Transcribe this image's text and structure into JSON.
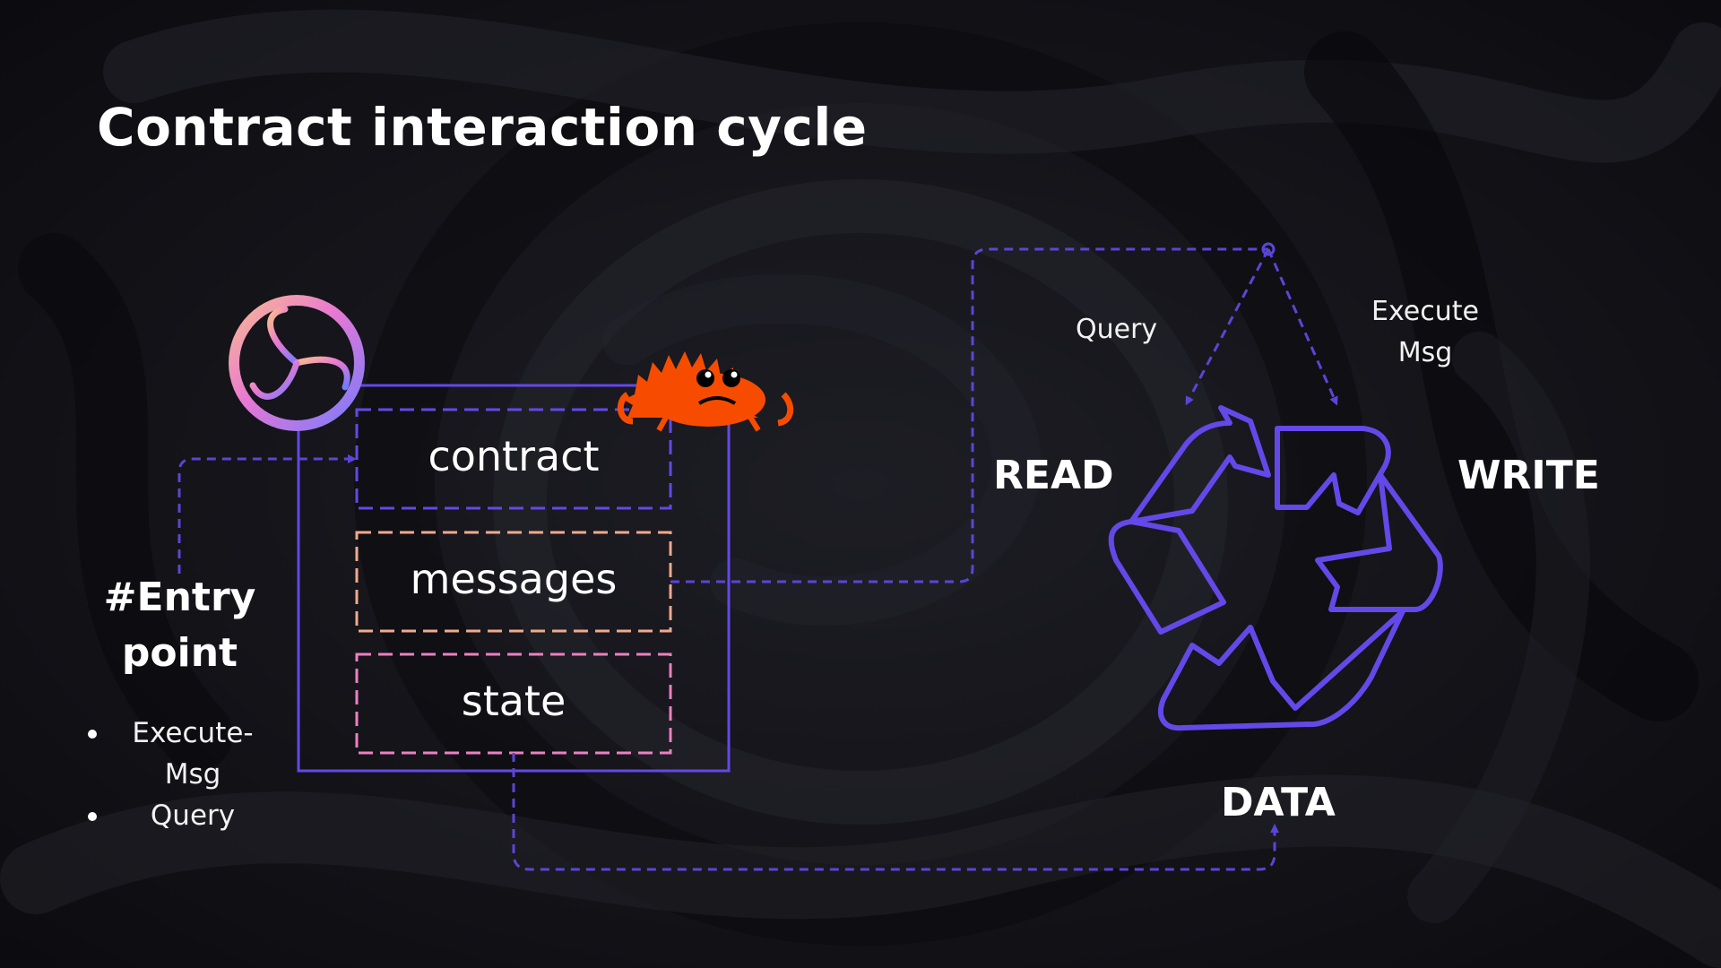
{
  "slide": {
    "title": "Contract interaction cycle"
  },
  "contract_box": {
    "sections": [
      {
        "label": "contract"
      },
      {
        "label": "messages"
      },
      {
        "label": "state"
      }
    ]
  },
  "entry_point": {
    "heading_line1": "#Entry",
    "heading_line2": "point",
    "bullets": [
      "Execute-Msg",
      "Query"
    ]
  },
  "cycle": {
    "query_label": "Query",
    "execute_label_line1": "Execute",
    "execute_label_line2": "Msg",
    "read_label": "READ",
    "write_label": "WRITE",
    "data_label": "DATA"
  },
  "colors": {
    "background": "#131318",
    "accent_purple": "#6448e8",
    "dashed_purple": "#5b45d6",
    "messages_border": "#f2a98c",
    "state_border": "#ee7fc3",
    "crab": "#f74c00"
  },
  "icons": [
    "cosmwasm-logo-icon",
    "rust-crab-icon",
    "recycle-icon"
  ]
}
